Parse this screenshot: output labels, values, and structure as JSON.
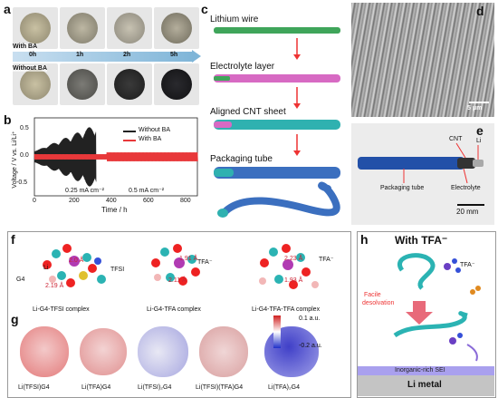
{
  "panel_labels": {
    "a": "a",
    "b": "b",
    "c": "c",
    "d": "d",
    "e": "e",
    "f": "f",
    "g": "g",
    "h": "h"
  },
  "panel_a": {
    "with_label": "With BA",
    "without_label": "Without BA",
    "times": [
      "0h",
      "1h",
      "2h",
      "5h"
    ]
  },
  "panel_b": {
    "ylabel": "Voltage / V vs. Li/Li⁺",
    "xlabel": "Time / h",
    "legend": [
      "Without BA",
      "With BA"
    ],
    "annot1": "0.25 mA cm⁻²",
    "annot2": "0.5 mA cm⁻²",
    "xticks": [
      "0",
      "200",
      "400",
      "600",
      "800"
    ],
    "yticks": [
      "-0.5",
      "0.0",
      "0.5"
    ],
    "colors": {
      "without": "#222222",
      "with": "#e8383a"
    }
  },
  "panel_c": {
    "steps": [
      "Lithium wire",
      "Electrolyte layer",
      "Aligned CNT sheet",
      "Packaging tube"
    ]
  },
  "panel_d": {
    "scale": "5 μm"
  },
  "panel_e": {
    "cnt": "CNT",
    "li": "Li",
    "packaging": "Packaging tube",
    "electrolyte": "Electrolyte",
    "scale": "20 mm"
  },
  "panel_f": {
    "g4": "G4",
    "li": "Li",
    "tfsi": "TFSI",
    "tfa": "TFA⁻",
    "tfa2": "TFA⁻",
    "d1": "2.0 Å",
    "d2": "2.19 Å",
    "d3": "1.91 Å",
    "d4": "2.11 Å",
    "d5": "2.23 Å",
    "d6": "1.93 Å",
    "cap1": "Li-G4-TFSI complex",
    "cap2": "Li-G4-TFA complex",
    "cap3": "Li-G4-TFA-TFA complex"
  },
  "panel_g": {
    "scale_top": "0.1 a.u.",
    "scale_bot": "-0.2 a.u.",
    "caps": [
      "Li(TFSI)G4",
      "Li(TFA)G4",
      "Li(TFSI)₂G4",
      "Li(TFSI)(TFA)G4",
      "Li(TFA)₂G4"
    ]
  },
  "panel_h": {
    "title": "With TFA⁻",
    "tfa": "TFA⁻",
    "facile": "Facile",
    "desolvation": "desolvation",
    "sei": "Inorganic-rich SEI",
    "li_metal": "Li metal"
  }
}
